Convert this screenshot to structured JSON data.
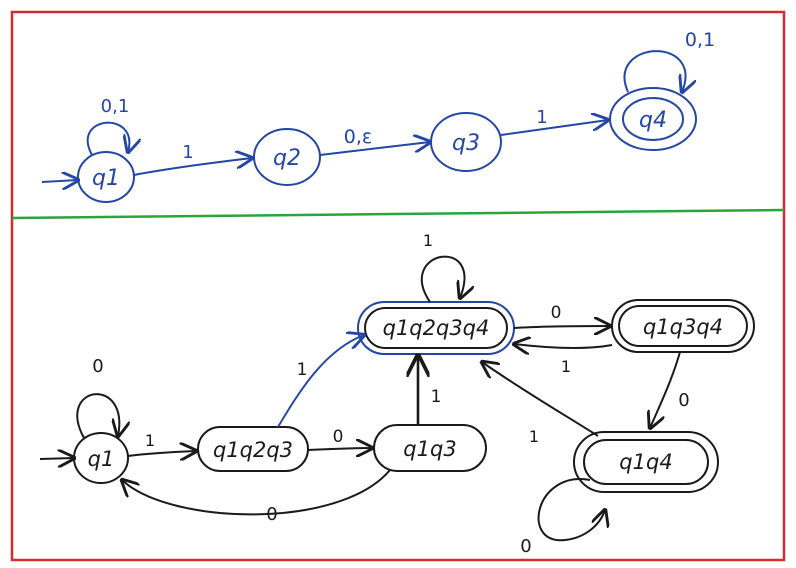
{
  "colors": {
    "frame": "#d42a30",
    "divider": "#2aa53a",
    "nfa_ink": "#2447a6",
    "dfa_ink": "#1a1a1a",
    "background": "#ffffff"
  },
  "nfa": {
    "states": {
      "q1": "q1",
      "q2": "q2",
      "q3": "q3",
      "q4": "q4"
    },
    "transitions": {
      "q1_loop": "0,1",
      "q1_q2": "1",
      "q2_q3": "0,ε",
      "q3_q4": "1",
      "q4_loop": "0,1"
    }
  },
  "dfa": {
    "states": {
      "s1": "q1",
      "s123": "q1q2q3",
      "s13": "q1q3",
      "s1234": "q1q2q3q4",
      "s134": "q1q3q4",
      "s14": "q1q4"
    },
    "transitions": {
      "s1_loop": "0",
      "s1_s123": "1",
      "s123_s13": "0",
      "s123_s1234": "1",
      "s13_s1234": "1",
      "s13_s1": "0",
      "s1234_loop": "1",
      "s1234_s134": "0",
      "s134_s1234": "1",
      "s134_s14": "0",
      "s14_s1234": "1",
      "s14_loop": "0"
    }
  }
}
